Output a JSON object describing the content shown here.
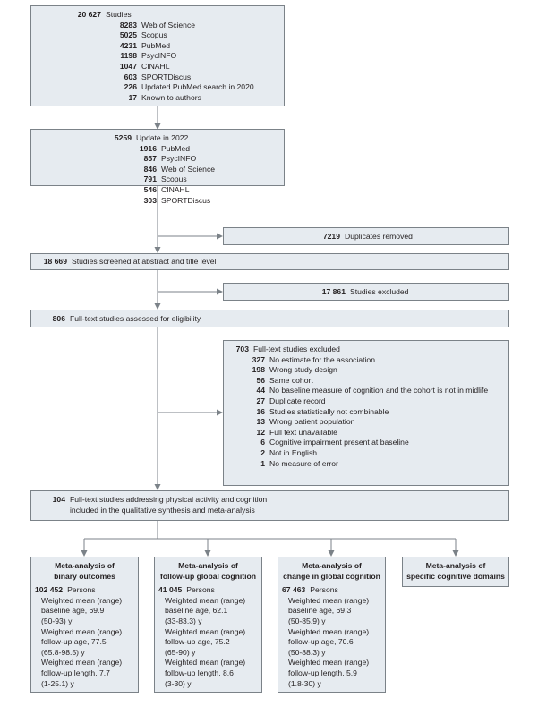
{
  "identification": {
    "total": {
      "count": "20 627",
      "label": "Studies"
    },
    "sources": [
      {
        "count": "8283",
        "label": "Web of Science"
      },
      {
        "count": "5025",
        "label": "Scopus"
      },
      {
        "count": "4231",
        "label": "PubMed"
      },
      {
        "count": "1198",
        "label": "PsycINFO"
      },
      {
        "count": "1047",
        "label": "CINAHL"
      },
      {
        "count": "603",
        "label": "SPORTDiscus"
      },
      {
        "count": "226",
        "label": "Updated PubMed search in 2020"
      },
      {
        "count": "17",
        "label": "Known to authors"
      }
    ]
  },
  "update": {
    "total": {
      "count": "5259",
      "label": "Update in 2022"
    },
    "sources": [
      {
        "count": "1916",
        "label": "PubMed"
      },
      {
        "count": "857",
        "label": "PsycINFO"
      },
      {
        "count": "846",
        "label": "Web of Science"
      },
      {
        "count": "791",
        "label": "Scopus"
      },
      {
        "count": "546",
        "label": "CINAHL"
      },
      {
        "count": "303",
        "label": "SPORTDiscus"
      }
    ]
  },
  "duplicates": {
    "count": "7219",
    "label": "Duplicates removed"
  },
  "screened": {
    "count": "18 669",
    "label": "Studies screened at abstract and title level"
  },
  "excluded": {
    "count": "17 861",
    "label": "Studies excluded"
  },
  "fulltext": {
    "count": "806",
    "label": "Full-text studies assessed for eligibility"
  },
  "fulltext_excluded": {
    "total": {
      "count": "703",
      "label": "Full-text studies excluded"
    },
    "reasons": [
      {
        "count": "327",
        "label": "No estimate for the association"
      },
      {
        "count": "198",
        "label": "Wrong study design"
      },
      {
        "count": "56",
        "label": "Same cohort"
      },
      {
        "count": "44",
        "label": "No baseline measure of cognition and the cohort is not in midlife"
      },
      {
        "count": "27",
        "label": "Duplicate record"
      },
      {
        "count": "16",
        "label": "Studies statistically not combinable"
      },
      {
        "count": "13",
        "label": "Wrong patient population"
      },
      {
        "count": "12",
        "label": "Full text unavailable"
      },
      {
        "count": "6",
        "label": "Cognitive impairment present at baseline"
      },
      {
        "count": "2",
        "label": "Not in English"
      },
      {
        "count": "1",
        "label": "No measure of error"
      }
    ]
  },
  "included": {
    "count": "104",
    "line1": "Full-text studies addressing physical activity and cognition",
    "line2": "included in the qualitative synthesis and meta-analysis"
  },
  "meta": [
    {
      "title1": "Meta-analysis of",
      "title2": "binary outcomes",
      "count": "102 452",
      "unit": "Persons",
      "lines": [
        "Weighted mean (range)",
        "baseline age, 69.9",
        "(50-93) y",
        "Weighted mean (range)",
        "follow-up age, 77.5",
        "(65.8-98.5) y",
        "Weighted mean (range)",
        "follow-up length, 7.7",
        "(1-25.1) y"
      ]
    },
    {
      "title1": "Meta-analysis of",
      "title2": "follow-up global cognition",
      "count": "41 045",
      "unit": "Persons",
      "lines": [
        "Weighted mean (range)",
        "baseline age, 62.1",
        "(33-83.3) y",
        "Weighted mean (range)",
        "follow-up age, 75.2",
        "(65-90) y",
        "Weighted mean (range)",
        "follow-up length, 8.6",
        "(3-30) y"
      ]
    },
    {
      "title1": "Meta-analysis of",
      "title2": "change in global cognition",
      "count": "67 463",
      "unit": "Persons",
      "lines": [
        "Weighted mean (range)",
        "baseline age, 69.3",
        "(50-85.9) y",
        "Weighted mean (range)",
        "follow-up age, 70.6",
        "(50-88.3) y",
        "Weighted mean (range)",
        "follow-up length, 5.9",
        "(1.8-30) y"
      ]
    },
    {
      "title1": "Meta-analysis of",
      "title2": "specific cognitive domains"
    }
  ]
}
